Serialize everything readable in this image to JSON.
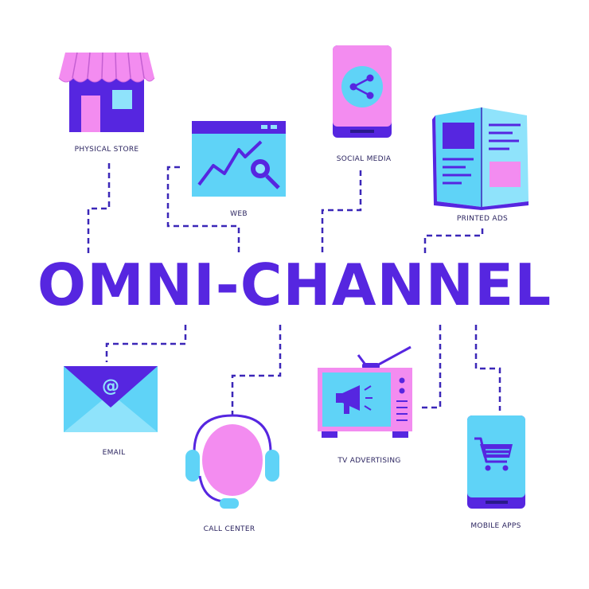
{
  "title": "OMNI-CHANNEL",
  "colors": {
    "primary": "#5626e0",
    "pink": "#f38cf0",
    "cyan": "#5fd3f7",
    "pale_cyan": "#8fe3fb",
    "connector": "#3b27b8",
    "label": "#2b2460"
  },
  "channels": [
    {
      "id": "physical-store",
      "label": "PHYSICAL STORE",
      "icon": "storefront-icon"
    },
    {
      "id": "web",
      "label": "WEB",
      "icon": "browser-chart-icon"
    },
    {
      "id": "social-media",
      "label": "SOCIAL MEDIA",
      "icon": "share-phone-icon"
    },
    {
      "id": "printed-ads",
      "label": "PRINTED ADS",
      "icon": "open-magazine-icon"
    },
    {
      "id": "email",
      "label": "EMAIL",
      "icon": "envelope-icon"
    },
    {
      "id": "call-center",
      "label": "CALL CENTER",
      "icon": "headset-icon"
    },
    {
      "id": "tv-advertising",
      "label": "TV ADVERTISING",
      "icon": "tv-megaphone-icon"
    },
    {
      "id": "mobile-apps",
      "label": "MOBILE APPS",
      "icon": "cart-phone-icon"
    }
  ]
}
